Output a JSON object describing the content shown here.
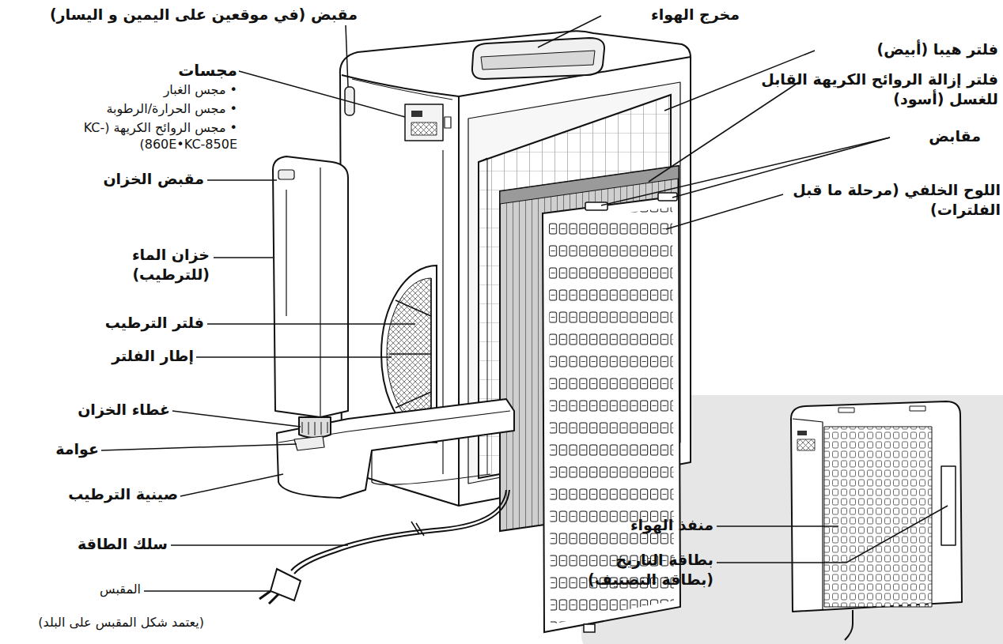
{
  "diagram": {
    "labels": [
      "مقبض (في موقعين على اليمين و اليسار)",
      "مجسات",
      "• مجس الغبار",
      "• مجس الحرارة/الرطوبة",
      "• مجس الروائح الكريهة (KC-860E•KC-850E)",
      "مقبض الخزان",
      "خزان الماء (للترطيب)",
      "فلتر الترطيب",
      "إطار الفلتر",
      "غطاء الخزان",
      "عوامة",
      "صينية الترطيب",
      "سلك الطاقة",
      "المقبس",
      "(يعتمد شكل المقبس على البلد)",
      "مخرج الهواء",
      "فلتر هيبا (أبيض)",
      "فلتر إزالة الروائح الكريهة القابل للغسل (أسود)",
      "مقابض",
      "اللوح الخلفي (مرحلة ما قبل الفلترات)",
      "منفذ الهواء",
      "بطاقة التاريخ (بطاقة التصنيف)"
    ]
  }
}
